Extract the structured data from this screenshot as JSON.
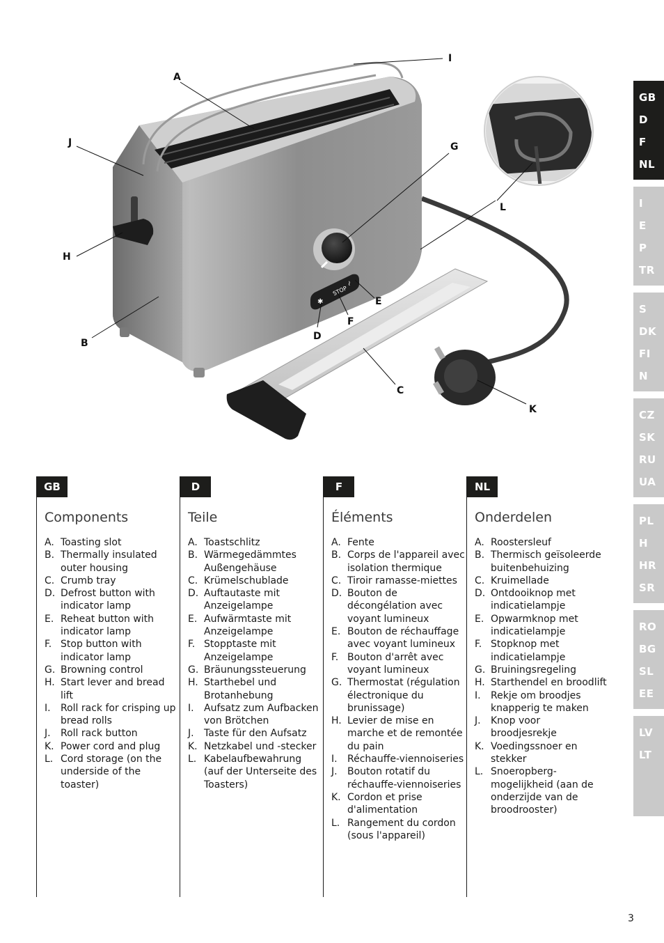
{
  "callouts": {
    "A": "A",
    "B": "B",
    "C": "C",
    "D": "D",
    "E": "E",
    "F": "F",
    "G": "G",
    "H": "H",
    "I": "I",
    "J": "J",
    "K": "K",
    "L": "L"
  },
  "panel": {
    "stop_label": "STOP"
  },
  "languages": [
    {
      "codes": [
        "GB",
        "D",
        "F",
        "NL"
      ],
      "active": true
    },
    {
      "codes": [
        "I",
        "E",
        "P",
        "TR"
      ],
      "active": false
    },
    {
      "codes": [
        "S",
        "DK",
        "FI",
        "N"
      ],
      "active": false
    },
    {
      "codes": [
        "CZ",
        "SK",
        "RU",
        "UA"
      ],
      "active": false
    },
    {
      "codes": [
        "PL",
        "H",
        "HR",
        "SR"
      ],
      "active": false
    },
    {
      "codes": [
        "RO",
        "BG",
        "SL",
        "EE"
      ],
      "active": false
    },
    {
      "codes": [
        "LV",
        "LT"
      ],
      "active": false
    }
  ],
  "columns": [
    {
      "badge": "GB",
      "title": "Components",
      "items": [
        {
          "letter": "A.",
          "text": "Toasting slot"
        },
        {
          "letter": "B.",
          "text": "Thermally insulated outer housing"
        },
        {
          "letter": "C.",
          "text": "Crumb tray"
        },
        {
          "letter": "D.",
          "text": "Defrost button with indicator lamp"
        },
        {
          "letter": "E.",
          "text": "Reheat button with indicator lamp"
        },
        {
          "letter": "F.",
          "text": "Stop button with indicator lamp"
        },
        {
          "letter": "G.",
          "text": "Browning control"
        },
        {
          "letter": "H.",
          "text": "Start lever and bread lift"
        },
        {
          "letter": "I.",
          "text": "Roll rack for crisping up bread rolls"
        },
        {
          "letter": "J.",
          "text": "Roll rack button"
        },
        {
          "letter": "K.",
          "text": "Power cord and plug"
        },
        {
          "letter": "L.",
          "text": "Cord storage (on the underside of the toaster)"
        }
      ]
    },
    {
      "badge": "D",
      "title": "Teile",
      "items": [
        {
          "letter": "A.",
          "text": "Toastschlitz"
        },
        {
          "letter": "B.",
          "text": "Wärmegedämmtes Außengehäuse"
        },
        {
          "letter": "C.",
          "text": "Krümelschublade"
        },
        {
          "letter": "D.",
          "text": "Auftautaste mit Anzeigelampe"
        },
        {
          "letter": "E.",
          "text": "Aufwärmtaste mit Anzeigelampe"
        },
        {
          "letter": "F.",
          "text": "Stopptaste mit Anzeigelampe"
        },
        {
          "letter": "G.",
          "text": "Bräunungssteuerung"
        },
        {
          "letter": "H.",
          "text": "Starthebel und Brotanhebung"
        },
        {
          "letter": "I.",
          "text": "Aufsatz zum Aufbacken von Brötchen"
        },
        {
          "letter": "J.",
          "text": "Taste für den Aufsatz"
        },
        {
          "letter": "K.",
          "text": "Netzkabel und -stecker"
        },
        {
          "letter": "L.",
          "text": "Kabelaufbewahrung (auf der Unterseite des Toasters)"
        }
      ]
    },
    {
      "badge": "F",
      "title": "Éléments",
      "items": [
        {
          "letter": "A.",
          "text": "Fente"
        },
        {
          "letter": "B.",
          "text": "Corps de l'appareil avec isolation thermique"
        },
        {
          "letter": "C.",
          "text": "Tiroir ramasse-miettes"
        },
        {
          "letter": "D.",
          "text": "Bouton de décongélation avec voyant lumineux"
        },
        {
          "letter": "E.",
          "text": "Bouton de réchauffage avec voyant lumineux"
        },
        {
          "letter": "F.",
          "text": "Bouton d'arrêt avec voyant lumineux"
        },
        {
          "letter": "G.",
          "text": "Thermostat (régulation électronique du brunissage)"
        },
        {
          "letter": "H.",
          "text": "Levier de mise en marche et de remontée du pain"
        },
        {
          "letter": "I.",
          "text": "Réchauffe-viennoiseries"
        },
        {
          "letter": "J.",
          "text": "Bouton rotatif du réchauffe-viennoiseries"
        },
        {
          "letter": "K.",
          "text": "Cordon et prise d'alimentation"
        },
        {
          "letter": "L.",
          "text": "Rangement du cordon (sous l'appareil)"
        }
      ]
    },
    {
      "badge": "NL",
      "title": "Onderdelen",
      "items": [
        {
          "letter": "A.",
          "text": "Roostersleuf"
        },
        {
          "letter": "B.",
          "text": "Thermisch geïsoleerde buitenbehuizing"
        },
        {
          "letter": "C.",
          "text": "Kruimellade"
        },
        {
          "letter": "D.",
          "text": "Ontdooiknop met indicatielampje"
        },
        {
          "letter": "E.",
          "text": "Opwarmknop met indicatielampje"
        },
        {
          "letter": "F.",
          "text": "Stopknop met indicatielampje"
        },
        {
          "letter": "G.",
          "text": "Bruiningsregeling"
        },
        {
          "letter": "H.",
          "text": "Starthendel en broodlift"
        },
        {
          "letter": "I.",
          "text": "Rekje om broodjes knapperig te maken"
        },
        {
          "letter": "J.",
          "text": "Knop voor broodjesrekje"
        },
        {
          "letter": "K.",
          "text": "Voedingssnoer en stekker"
        },
        {
          "letter": "L.",
          "text": "Snoeropberg-mogelijkheid (aan de onderzijde van de broodrooster)"
        }
      ]
    }
  ],
  "page_number": "3"
}
